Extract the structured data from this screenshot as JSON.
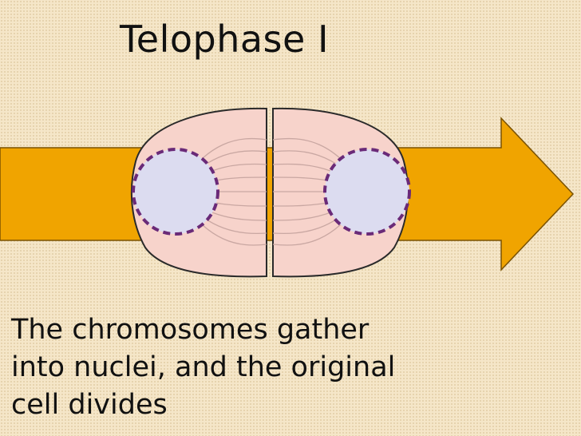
{
  "title": "Telophase I",
  "caption_lines": [
    "The chromosomes gather",
    "into nuclei, and the original",
    "cell divides"
  ],
  "colors": {
    "background": "#f5e6c8",
    "arrow": "#f0a400",
    "cell_fill": "#f7d3cb",
    "nucleus_fill": "#dcdcf0",
    "nuclear_envelope": "#6a2a78",
    "spindle": "#c9a7a2",
    "outline": "#2a2a2a"
  },
  "icons": [
    "arrow-right-icon",
    "cell-icon",
    "nucleus-icon"
  ]
}
